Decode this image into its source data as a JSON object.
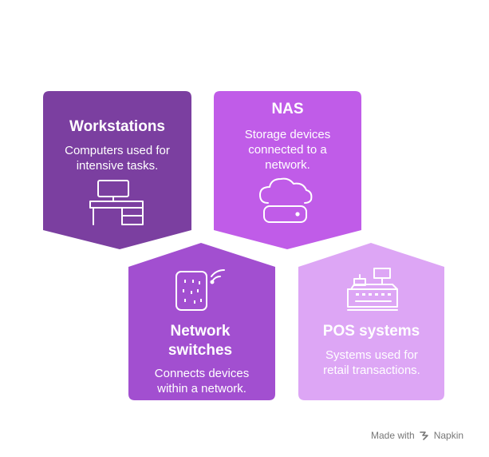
{
  "cards": [
    {
      "title": "Workstations",
      "description": "Computers used for intensive tasks.",
      "icon": "desk-computer-icon",
      "color": "#7b3fa0"
    },
    {
      "title": "NAS",
      "description": "Storage devices connected to a network.",
      "icon": "cloud-storage-icon",
      "color": "#c05ce8"
    },
    {
      "title": "Network switches",
      "description": "Connects devices within a network.",
      "icon": "network-switch-icon",
      "color": "#a24fd0"
    },
    {
      "title": "POS systems",
      "description": "Systems used for retail transactions.",
      "icon": "cash-register-icon",
      "color": "#dda6f5"
    }
  ],
  "footer": {
    "made_with": "Made with",
    "brand": "Napkin"
  }
}
